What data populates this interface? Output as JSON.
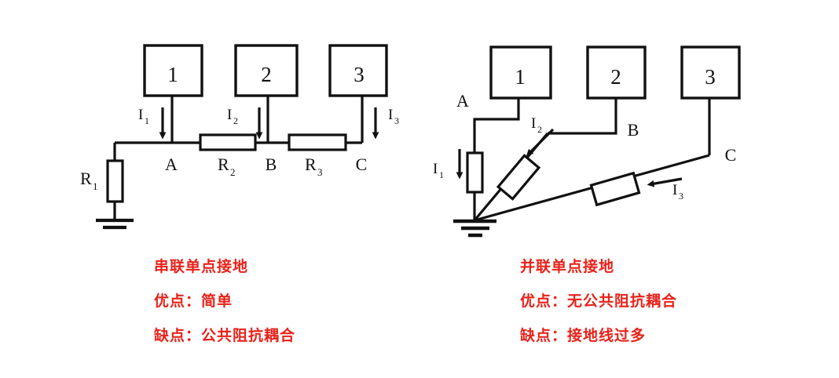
{
  "figure": {
    "background_color": "#ffffff",
    "line_color": "#111111",
    "caption_color": "#e8221a"
  },
  "left_diagram": {
    "name": "series-single-point-grounding",
    "blocks": [
      {
        "label": "1"
      },
      {
        "label": "2"
      },
      {
        "label": "3"
      }
    ],
    "nodes": [
      {
        "label": "A"
      },
      {
        "label": "B"
      },
      {
        "label": "C"
      }
    ],
    "resistors": [
      {
        "symbol": "R",
        "subscript": "1",
        "orientation": "vertical"
      },
      {
        "symbol": "R",
        "subscript": "2",
        "orientation": "horizontal"
      },
      {
        "symbol": "R",
        "subscript": "3",
        "orientation": "horizontal"
      }
    ],
    "currents": [
      {
        "symbol": "I",
        "subscript": "1",
        "direction": "down"
      },
      {
        "symbol": "I",
        "subscript": "2",
        "direction": "down"
      },
      {
        "symbol": "I",
        "subscript": "3",
        "direction": "down"
      }
    ],
    "ground": {
      "type": "ground-symbol",
      "bars": 2
    },
    "caption": {
      "title": "串联单点接地",
      "pro": "优点：简单",
      "con": "缺点：公共阻抗耦合"
    }
  },
  "right_diagram": {
    "name": "parallel-single-point-grounding",
    "blocks": [
      {
        "label": "1"
      },
      {
        "label": "2"
      },
      {
        "label": "3"
      }
    ],
    "nodes": [
      {
        "label": "A"
      },
      {
        "label": "B"
      },
      {
        "label": "C"
      }
    ],
    "resistors": [
      {
        "orientation": "vertical"
      },
      {
        "orientation": "diagonal-steep"
      },
      {
        "orientation": "diagonal-shallow"
      }
    ],
    "currents": [
      {
        "symbol": "I",
        "subscript": "1",
        "direction": "down"
      },
      {
        "symbol": "I",
        "subscript": "2",
        "direction": "down-left"
      },
      {
        "symbol": "I",
        "subscript": "3",
        "direction": "left"
      }
    ],
    "ground": {
      "type": "ground-symbol",
      "bars": 3
    },
    "caption": {
      "title": "并联单点接地",
      "pro": "优点：无公共阻抗耦合",
      "con": "缺点：接地线过多"
    }
  }
}
